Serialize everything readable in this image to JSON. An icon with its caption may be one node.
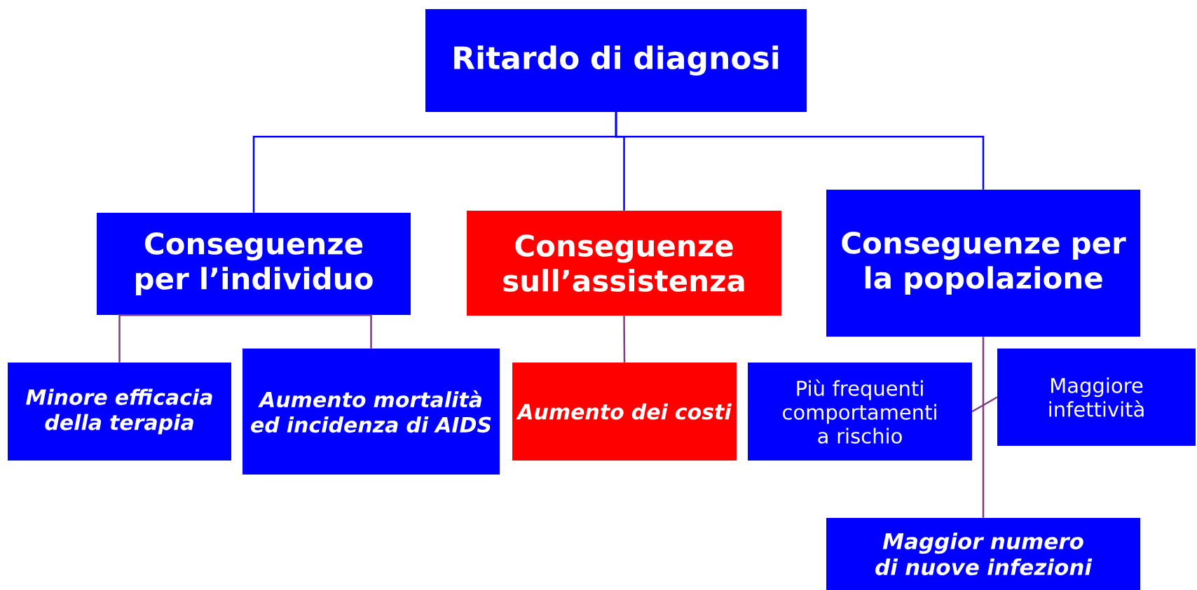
{
  "diagram": {
    "nodes": [
      {
        "text": [
          "Ritardo di diagnosi"
        ]
      },
      {
        "text": [
          "Conseguenze per l’individuo"
        ]
      },
      {
        "text": [
          "Conseguenze sull’assistenza"
        ]
      },
      {
        "text": [
          "Conseguenze per la popolazione"
        ]
      },
      {
        "text": [
          "Minore efficacia della terapia"
        ]
      },
      {
        "text": [
          "Aumento mortalità ed incidenza di AIDS"
        ]
      },
      {
        "text": [
          "Aumento dei costi"
        ]
      },
      {
        "text": [
          "Più frequenti comportamenti a rischio"
        ]
      },
      {
        "text": [
          "Maggiore infettività"
        ]
      },
      {
        "text": [
          "Maggior numero di nuove infezioni"
        ]
      }
    ],
    "edges": [
      {
        "from": 0,
        "to": 1,
        "arrow": "none",
        "color": "#0000ff"
      },
      {
        "from": 0,
        "to": 2,
        "arrow": "none",
        "color": "#0000ff"
      },
      {
        "from": 0,
        "to": 3,
        "arrow": "none",
        "color": "#0000ff"
      },
      {
        "from": 1,
        "to": 4,
        "arrow": "none"
      },
      {
        "from": 1,
        "to": 5,
        "arrow": "none"
      },
      {
        "from": 2,
        "to": 6,
        "arrow": "none"
      },
      {
        "from": 3,
        "to": 9,
        "arrow": "none"
      },
      {
        "from": 7,
        "to": 8,
        "arrow": "none"
      }
    ]
  }
}
